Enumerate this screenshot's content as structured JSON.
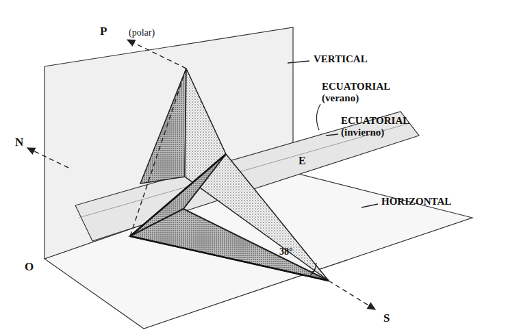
{
  "diagram": {
    "labels": [
      "P",
      "(polar)",
      "VERTICAL",
      "ECUATORIAL (verano)",
      "ECUATORIAL (invierno)",
      "N",
      "E",
      "HORIZONTAL",
      "O",
      "S",
      "38°"
    ]
  }
}
